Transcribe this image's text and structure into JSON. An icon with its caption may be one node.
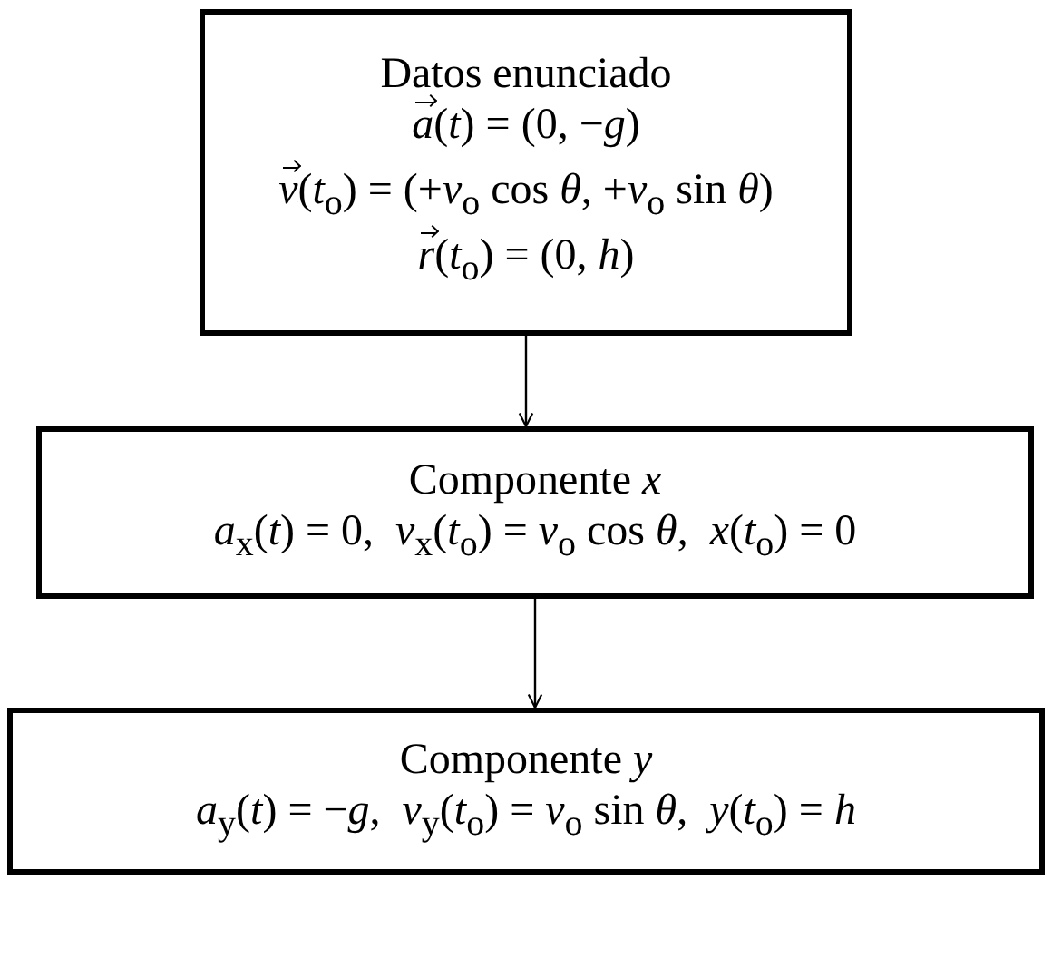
{
  "diagram": {
    "nodes": [
      {
        "text": [
          "Datos enunciado",
          "*a⃗*(*t*) = (0, −*g*)",
          "*v⃗*(*t*$_{o}$) = (+*v*$_{o}$ cos *θ*, +*v*$_{o}$ sin *θ*)",
          "*r⃗*(*t*$_{o}$) = (0, *h*)"
        ]
      },
      {
        "text": [
          "Componente *x*",
          "*a*$_{x}$(*t*) = 0,  *v*$_{x}$(*t*$_{o}$) = *v*$_{o}$ cos *θ*,  *x*(*t*$_{o}$) = 0"
        ]
      },
      {
        "text": [
          "Componente *y*",
          "*a*$_{y}$(*t*) = −*g*,  *v*$_{y}$(*t*$_{o}$) = *v*$_{o}$ sin *θ*,  *y*(*t*$_{o}$) = *h*"
        ]
      }
    ],
    "edges": [
      {
        "from": 0,
        "to": 1,
        "arrow": "to"
      },
      {
        "from": 1,
        "to": 2,
        "arrow": "to"
      }
    ]
  }
}
